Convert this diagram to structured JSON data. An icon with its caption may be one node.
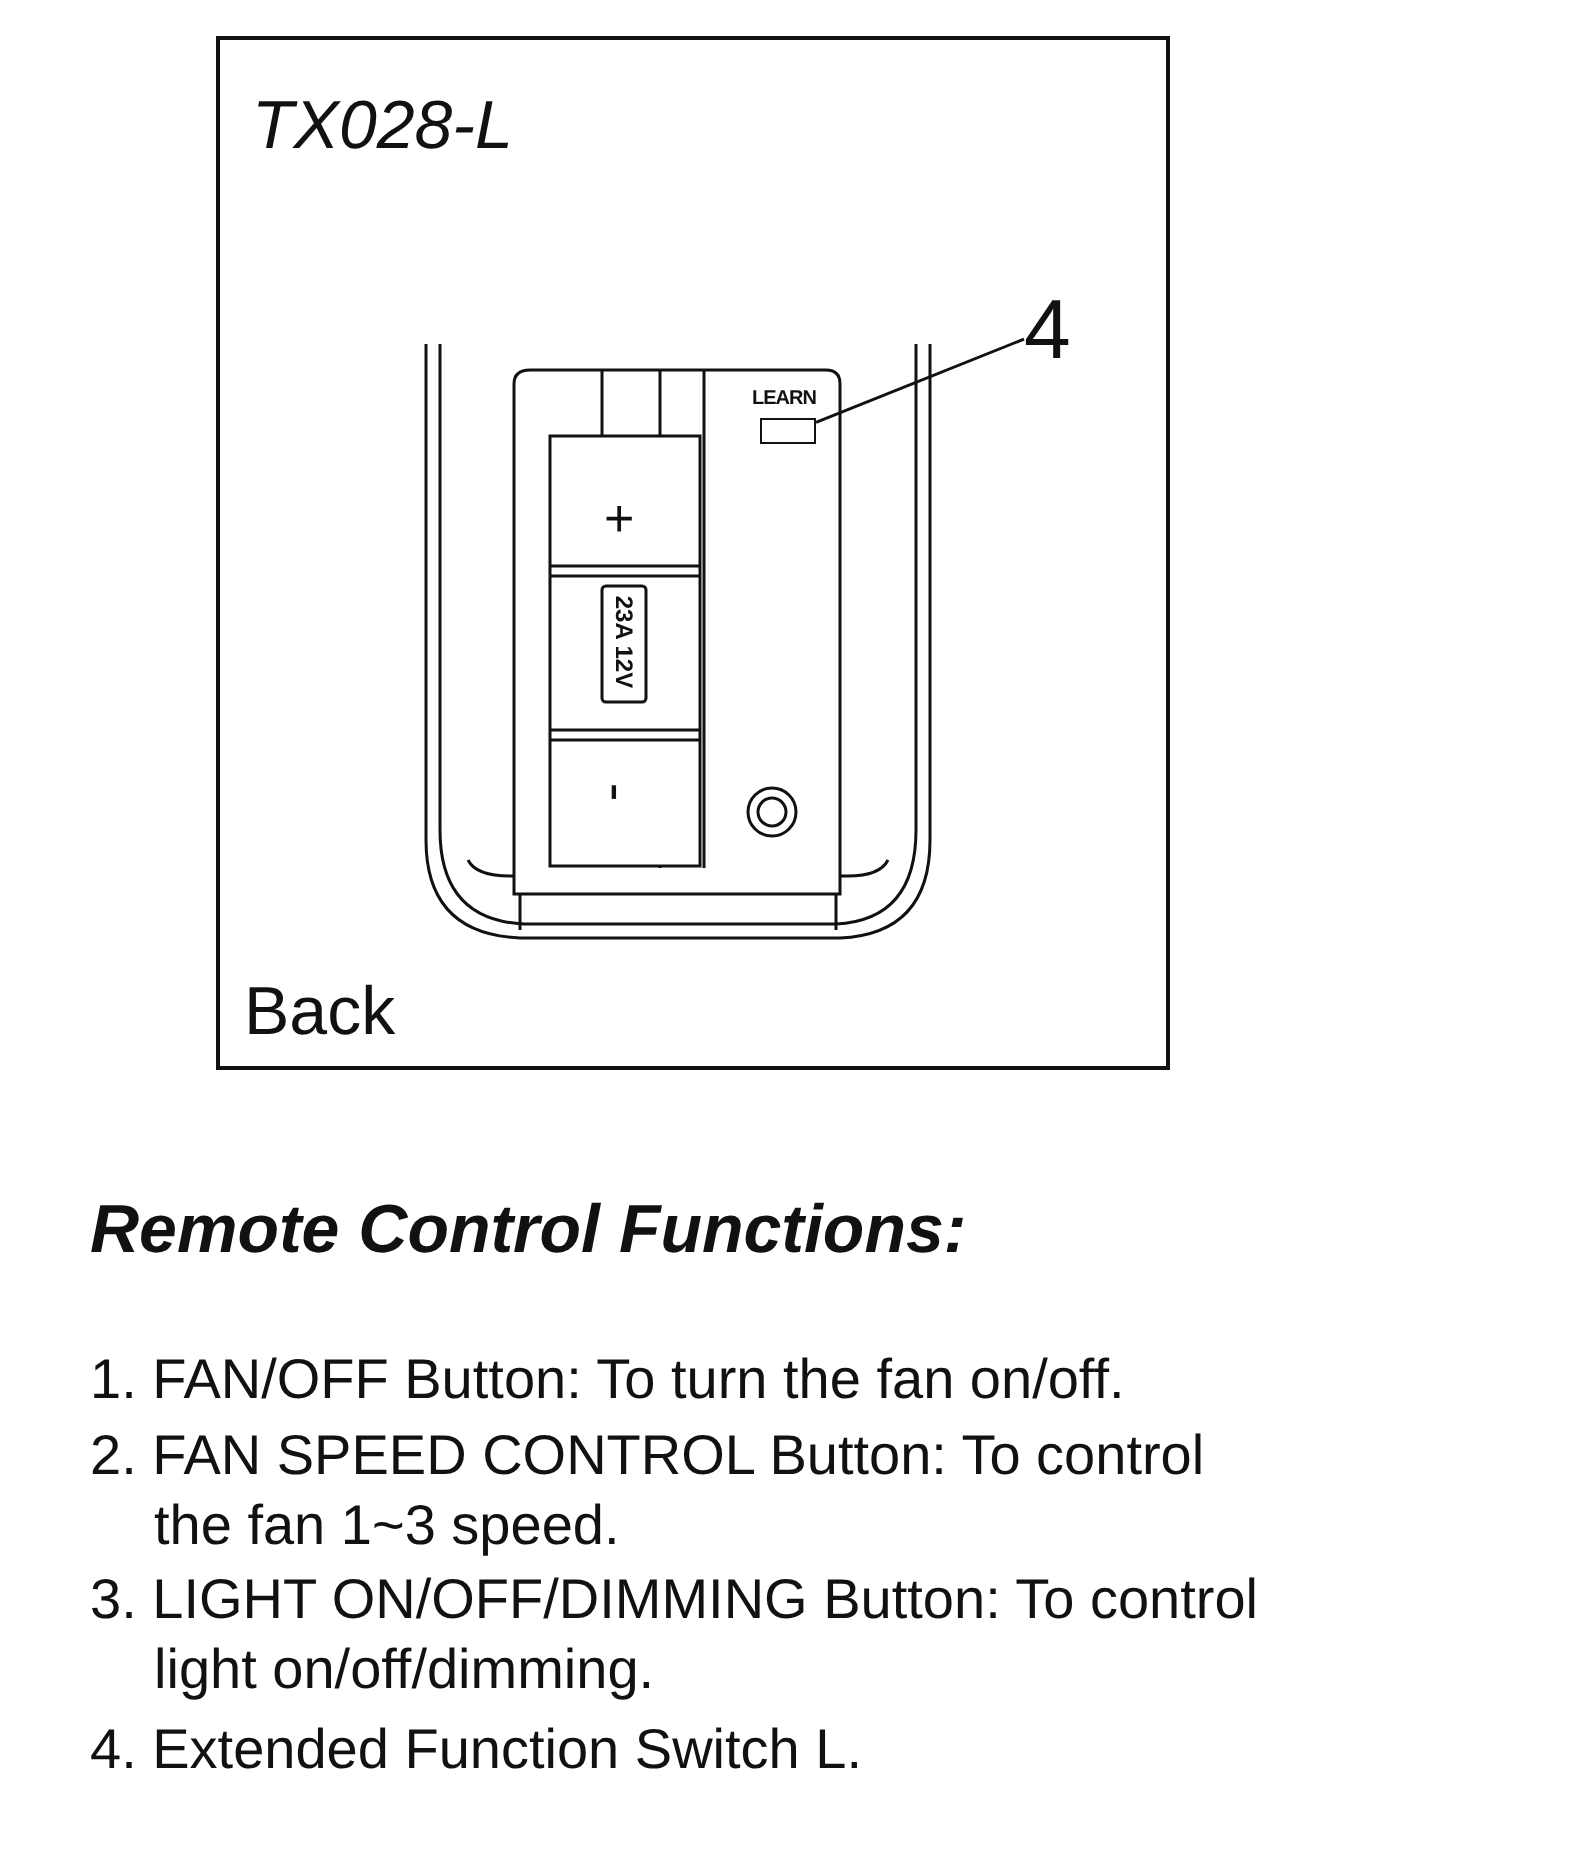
{
  "diagram": {
    "title": "Remote Control Functions:",
    "nodes": [
      {
        "text": [
          "TX028-L",
          "Back"
        ]
      },
      {
        "text": [
          "4"
        ],
        "in": 0
      },
      {
        "text": [],
        "shape": "box",
        "in": 0,
        "beside": [
          "LEARN"
        ]
      }
    ],
    "edges": [
      {
        "from": 1,
        "to": 2,
        "arrow": "none"
      }
    ],
    "labels": [
      "+",
      "23A 12V",
      "-",
      "1. FAN/OFF Button: To turn the fan on/off.",
      "2. FAN SPEED CONTROL Button: To control the fan 1~3 speed.",
      "3. LIGHT ON/OFF/DIMMING Button: To control light on/off/dimming.",
      "4. Extended Function Switch L."
    ]
  }
}
